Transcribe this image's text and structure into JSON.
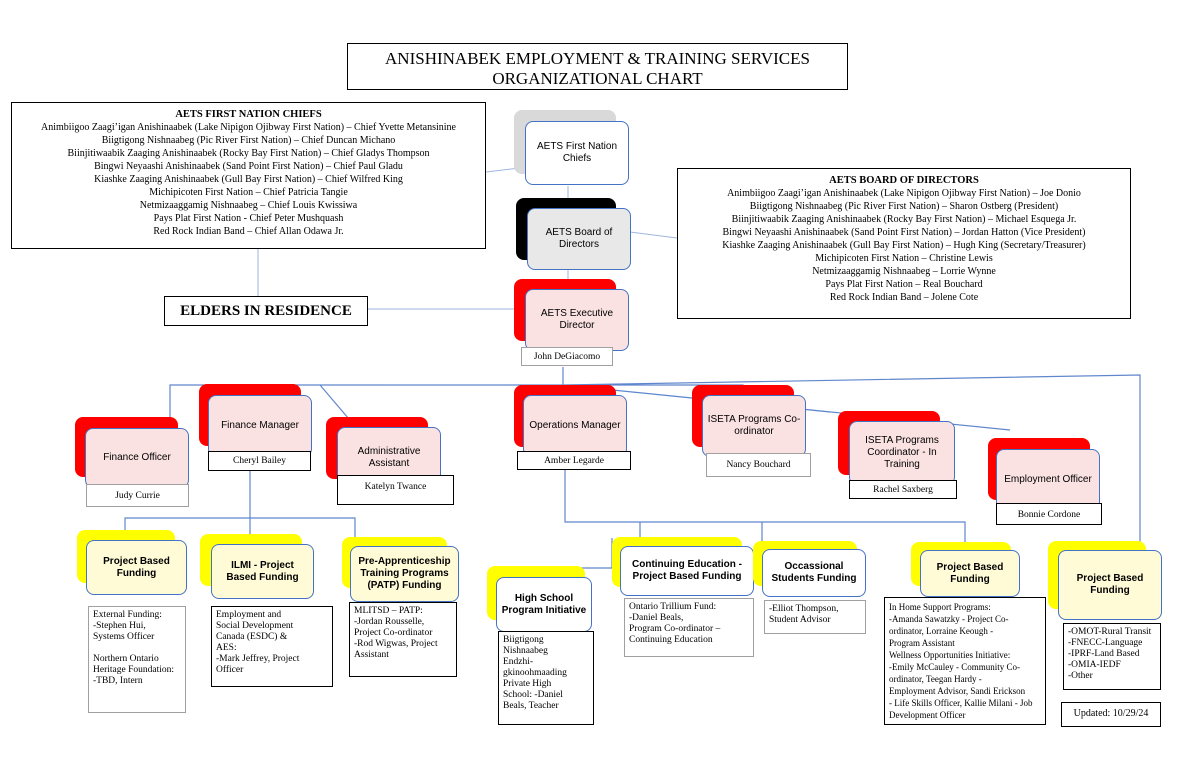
{
  "title": {
    "line1": "ANISHINABEK EMPLOYMENT & TRAINING SERVICES",
    "line2": "ORGANIZATIONAL CHART"
  },
  "chiefs_list": {
    "header": "AETS FIRST NATION CHIEFS",
    "lines": [
      "Animbiigoo Zaagi’igan Anishinaabek (Lake Nipigon Ojibway First Nation) – Chief Yvette Metansinine",
      "Biigtigong Nishnaabeg (Pic River First Nation) – Chief Duncan Michano",
      "Biinjitiwaabik Zaaging Anishinaabek (Rocky Bay First Nation) – Chief Gladys Thompson",
      "Bingwi Neyaashi Anishinaabek (Sand Point First Nation) – Chief Paul Gladu",
      "Kiashke Zaaging Anishinaabek (Gull Bay First Nation) – Chief Wilfred King",
      "Michipicoten First Nation – Chief Patricia Tangie",
      "Netmizaaggamig Nishnaabeg – Chief Louis Kwissiwa",
      "Pays Plat First Nation - Chief Peter Mushquash",
      "Red Rock Indian Band – Chief Allan Odawa Jr."
    ]
  },
  "board_list": {
    "header": "AETS BOARD OF DIRECTORS",
    "lines": [
      "Animbiigoo Zaagi’igan Anishinaabek (Lake Nipigon Ojibway First Nation) – Joe Donio",
      "Biigtigong Nishnaabeg (Pic River First Nation) – Sharon Ostberg (President)",
      "Biinjitiwaabik Zaaging Anishinaabek (Rocky Bay First Nation) – Michael Esquega Jr.",
      "Bingwi Neyaashi Anishinaabek (Sand Point First Nation) – Jordan Hatton (Vice President)",
      "Kiashke Zaaging Anishinaabek (Gull Bay First Nation) – Hugh King (Secretary/Treasurer)",
      "Michipicoten First Nation – Christine Lewis",
      "Netmizaaggamig Nishnaabeg – Lorrie Wynne",
      "Pays Plat First Nation – Real Bouchard",
      "Red Rock Indian Band – Jolene Cote"
    ]
  },
  "elders": "ELDERS IN RESIDENCE",
  "nodes": {
    "chiefs": "AETS First Nation Chiefs",
    "board": "AETS Board of Directors",
    "executive": {
      "label": "AETS Executive Director",
      "name": "John DeGiacomo"
    },
    "finance_officer": {
      "label": "Finance Officer",
      "name": "Judy Currie"
    },
    "finance_manager": {
      "label": "Finance Manager",
      "name": "Cheryl Bailey"
    },
    "admin_assistant": {
      "label": "Administrative Assistant",
      "name": "Katelyn Twance"
    },
    "operations_manager": {
      "label": "Operations Manager",
      "name": "Amber Legarde"
    },
    "iseta_coordinator": {
      "label": "ISETA Programs Co-ordinator",
      "name": "Nancy Bouchard"
    },
    "iseta_training": {
      "label": "ISETA Programs Coordinator - In Training",
      "name": "Rachel Saxberg"
    },
    "employment_officer": {
      "label": "Employment Officer",
      "name": "Bonnie Cordone"
    }
  },
  "funding": {
    "project_based_1": {
      "label": "Project Based Funding",
      "lines": [
        "External Funding:",
        "-Stephen Hui,",
        "Systems Officer",
        "",
        "Northern Ontario",
        "Heritage Foundation:",
        "-TBD, Intern"
      ]
    },
    "ilmi": {
      "label": "ILMI - Project Based Funding",
      "lines": [
        "Employment and",
        "Social Development",
        "Canada (ESDC) &",
        "AES:",
        "-Mark Jeffrey, Project",
        "Officer"
      ]
    },
    "patp": {
      "label": "Pre-Apprenticeship Training Programs (PATP) Funding",
      "lines": [
        "MLITSD – PATP:",
        "-Jordan Rousselle,",
        "Project Co-ordinator",
        "-Rod Wigwas, Project",
        "Assistant"
      ]
    },
    "high_school": {
      "label": "High School Program Initiative",
      "lines": [
        "Biigtigong",
        "Nishnaabeg",
        "Endzhi-",
        "gkinoohmaading",
        "Private High",
        "School:  -Daniel",
        "Beals, Teacher"
      ]
    },
    "continuing_ed": {
      "label": "Continuing Education - Project Based Funding",
      "lines": [
        "Ontario Trillium Fund:",
        "-Daniel Beals,",
        "Program Co-ordinator –",
        "Continuing Education"
      ]
    },
    "occasional": {
      "label": "Occassional Students Funding",
      "lines": [
        "-Elliot Thompson,",
        "Student Advisor"
      ]
    },
    "project_based_2": {
      "label": "Project Based Funding",
      "lines": [
        "In Home Support Programs:",
        "-Amanda Sawatzky - Project Co-",
        "ordinator, Lorraine Keough -",
        "Program Assistant",
        "Wellness Opportunities Initiative:",
        "-Emily McCauley - Community Co-",
        "ordinator, Teegan Hardy -",
        "Employment Advisor, Sandi Erickson",
        "- Life Skills Officer, Kallie Milani - Job",
        "Development Officer"
      ]
    },
    "project_based_3": {
      "label": "Project Based Funding",
      "lines": [
        "-OMOT-Rural Transit",
        "-FNECC-Language",
        "-IPRF-Land Based",
        "-OMIA-IEDF",
        "-Other"
      ]
    }
  },
  "updated": "Updated:  10/29/24",
  "colors": {
    "node_border": "#4472c4",
    "accent_red": "#ff0000",
    "accent_yellow": "#ffff00",
    "accent_black": "#000000",
    "accent_grey": "#d9d9d9",
    "node_pink": "#fbe2e2",
    "node_cream": "#fffbd6"
  }
}
